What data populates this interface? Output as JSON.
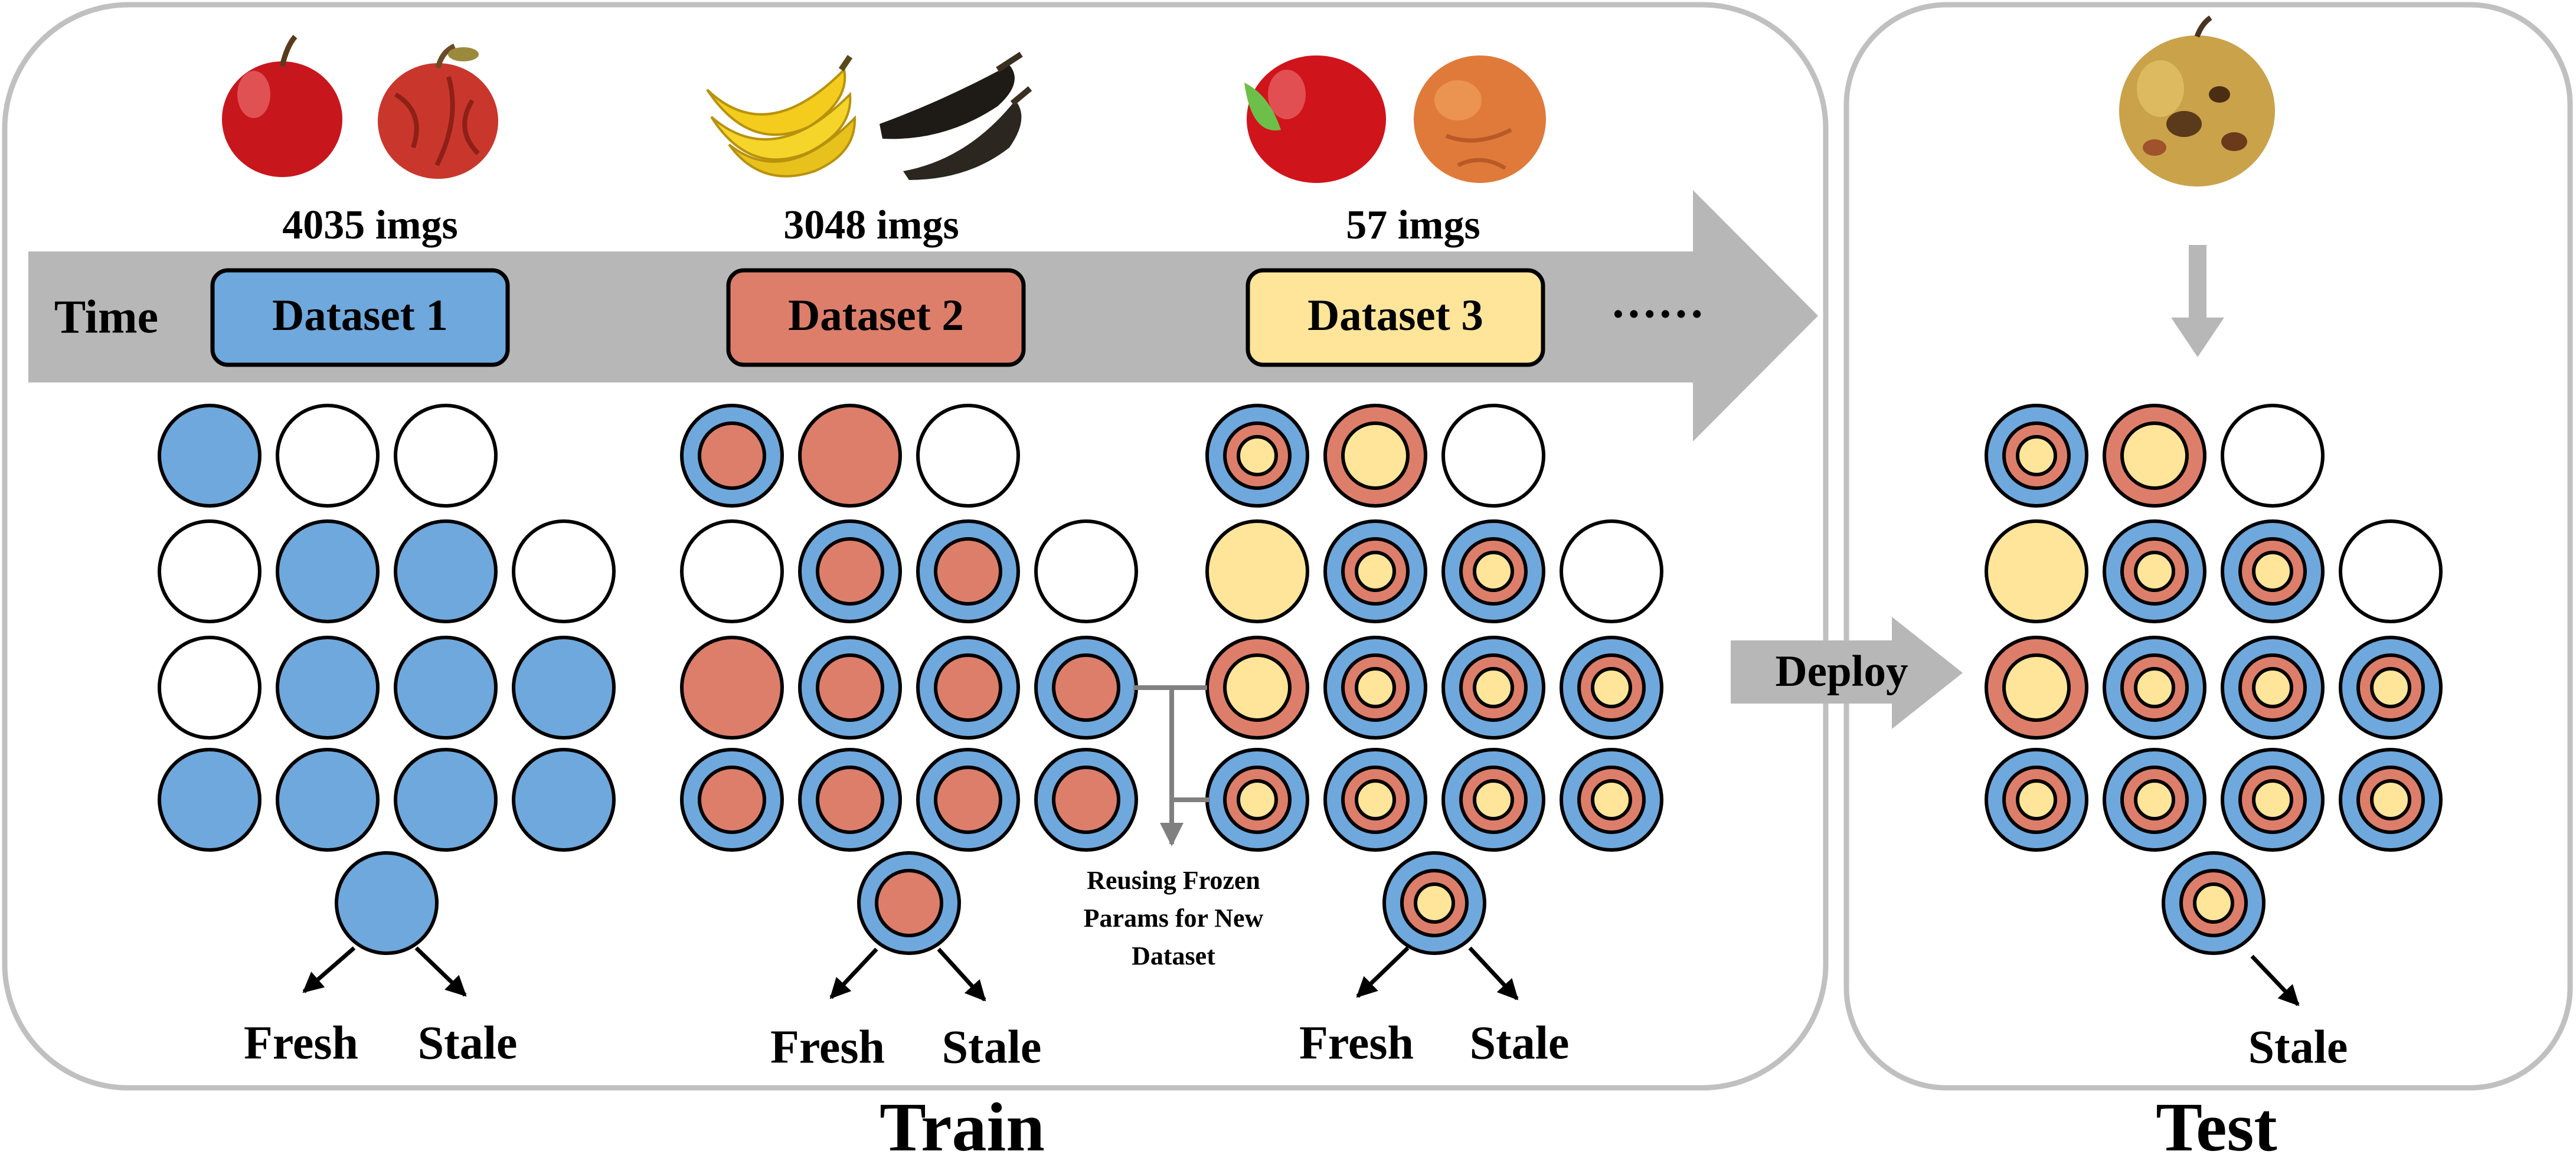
{
  "colors": {
    "blue": "#6fa8dc",
    "red": "#dd7e6b",
    "yellow": "#ffe599",
    "empty": "#ffffff",
    "timeline": "#b7b7b7",
    "panel_border": "#c0c0c0",
    "connector": "#808080"
  },
  "timeline": {
    "label": "Time",
    "ellipsis": "······"
  },
  "datasets": [
    {
      "label": "Dataset 1",
      "count": "4035 imgs",
      "images": [
        "fresh-apple-image",
        "stale-apple-image"
      ],
      "outputs": [
        "Fresh",
        "Stale"
      ],
      "grid": [
        [
          [
            "blue"
          ],
          [
            "empty"
          ],
          [
            "empty"
          ]
        ],
        [
          [
            "empty"
          ],
          [
            "blue"
          ],
          [
            "blue"
          ],
          [
            "empty"
          ]
        ],
        [
          [
            "empty"
          ],
          [
            "blue"
          ],
          [
            "blue"
          ],
          [
            "blue"
          ]
        ],
        [
          [
            "blue"
          ],
          [
            "blue"
          ],
          [
            "blue"
          ],
          [
            "blue"
          ]
        ]
      ],
      "output_node": [
        "blue"
      ]
    },
    {
      "label": "Dataset 2",
      "count": "3048 imgs",
      "images": [
        "fresh-banana-image",
        "stale-banana-image"
      ],
      "outputs": [
        "Fresh",
        "Stale"
      ],
      "grid": [
        [
          [
            "blue",
            "red"
          ],
          [
            "red"
          ],
          [
            "empty"
          ]
        ],
        [
          [
            "empty"
          ],
          [
            "blue",
            "red"
          ],
          [
            "blue",
            "red"
          ],
          [
            "empty"
          ]
        ],
        [
          [
            "red"
          ],
          [
            "blue",
            "red"
          ],
          [
            "blue",
            "red"
          ],
          [
            "blue",
            "red"
          ]
        ],
        [
          [
            "blue",
            "red"
          ],
          [
            "blue",
            "red"
          ],
          [
            "blue",
            "red"
          ],
          [
            "blue",
            "red"
          ]
        ]
      ],
      "output_node": [
        "blue",
        "red"
      ]
    },
    {
      "label": "Dataset 3",
      "count": "57 imgs",
      "images": [
        "fresh-red-apple-image",
        "stale-orange-apple-image"
      ],
      "outputs": [
        "Fresh",
        "Stale"
      ],
      "grid": [
        [
          [
            "blue",
            "red",
            "yellow"
          ],
          [
            "red",
            "yellow"
          ],
          [
            "empty"
          ]
        ],
        [
          [
            "yellow"
          ],
          [
            "blue",
            "red",
            "yellow"
          ],
          [
            "blue",
            "red",
            "yellow"
          ],
          [
            "empty"
          ]
        ],
        [
          [
            "red",
            "yellow"
          ],
          [
            "blue",
            "red",
            "yellow"
          ],
          [
            "blue",
            "red",
            "yellow"
          ],
          [
            "blue",
            "red",
            "yellow"
          ]
        ],
        [
          [
            "blue",
            "red",
            "yellow"
          ],
          [
            "blue",
            "red",
            "yellow"
          ],
          [
            "blue",
            "red",
            "yellow"
          ],
          [
            "blue",
            "red",
            "yellow"
          ]
        ]
      ],
      "output_node": [
        "blue",
        "red",
        "yellow"
      ]
    }
  ],
  "reuse_note": [
    "Reusing Frozen",
    "Params for New",
    "Dataset"
  ],
  "deploy_label": "Deploy",
  "test": {
    "image": "test-rotten-apple-image",
    "output": "Stale",
    "grid": [
      [
        [
          "blue",
          "red",
          "yellow"
        ],
        [
          "red",
          "yellow"
        ],
        [
          "empty"
        ]
      ],
      [
        [
          "yellow"
        ],
        [
          "blue",
          "red",
          "yellow"
        ],
        [
          "blue",
          "red",
          "yellow"
        ],
        [
          "empty"
        ]
      ],
      [
        [
          "red",
          "yellow"
        ],
        [
          "blue",
          "red",
          "yellow"
        ],
        [
          "blue",
          "red",
          "yellow"
        ],
        [
          "blue",
          "red",
          "yellow"
        ]
      ],
      [
        [
          "blue",
          "red",
          "yellow"
        ],
        [
          "blue",
          "red",
          "yellow"
        ],
        [
          "blue",
          "red",
          "yellow"
        ],
        [
          "blue",
          "red",
          "yellow"
        ]
      ]
    ],
    "output_node": [
      "blue",
      "red",
      "yellow"
    ]
  },
  "captions": {
    "train": "Train",
    "test": "Test"
  }
}
